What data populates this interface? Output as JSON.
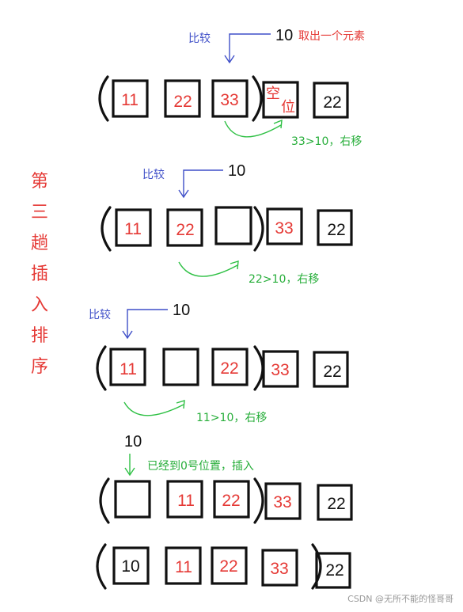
{
  "vertical_title": [
    "第",
    "三",
    "趟",
    "插",
    "入",
    "排",
    "序"
  ],
  "colors": {
    "red": "#e53935",
    "blue": "#3f4fc8",
    "green": "#27ae3a",
    "black": "#111111"
  },
  "rows": [
    {
      "cells": [
        "11",
        "22",
        "33",
        "",
        "22"
      ],
      "vacant_label": [
        "空",
        "位"
      ],
      "compare_label": "比较",
      "pointer_value": "10",
      "pointer_note": "取出一个元素",
      "move_note": "33>10，右移"
    },
    {
      "cells": [
        "11",
        "22",
        "",
        "33",
        "22"
      ],
      "compare_label": "比较",
      "pointer_value": "10",
      "move_note": "22>10，右移"
    },
    {
      "cells": [
        "11",
        "",
        "22",
        "33",
        "22"
      ],
      "compare_label": "比较",
      "pointer_value": "10",
      "move_note": "11>10，右移"
    },
    {
      "cells": [
        "",
        "11",
        "22",
        "33",
        "22"
      ],
      "pointer_value": "10",
      "insert_note": "已经到0号位置，插入"
    },
    {
      "cells": [
        "10",
        "11",
        "22",
        "33",
        "22"
      ]
    }
  ],
  "watermark": "CSDN @无所不能的怪哥哥"
}
